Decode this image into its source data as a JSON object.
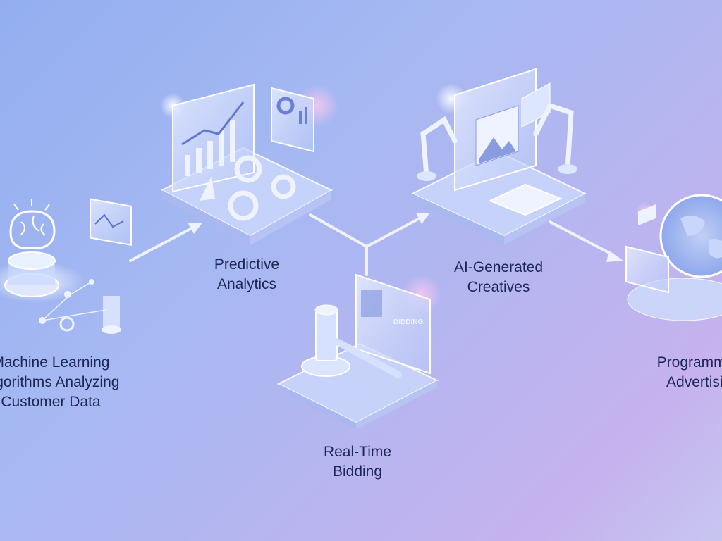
{
  "stages": [
    {
      "id": "ml",
      "lines": [
        "Machine Learning",
        "Algorithms Analyzing",
        "Customer Data"
      ]
    },
    {
      "id": "predictive",
      "lines": [
        "Predictive",
        "Analytics"
      ]
    },
    {
      "id": "bidding",
      "lines": [
        "Real-Time",
        "Bidding"
      ],
      "screen_text": "DIDDING"
    },
    {
      "id": "creatives",
      "lines": [
        "AI-Generated",
        "Creatives"
      ]
    },
    {
      "id": "programmatic",
      "lines": [
        "Programmatic",
        "Advertising"
      ]
    }
  ],
  "colors": {
    "text": "#1c2656",
    "accent": "#eef3ff",
    "glow": "#f3c6f0"
  }
}
